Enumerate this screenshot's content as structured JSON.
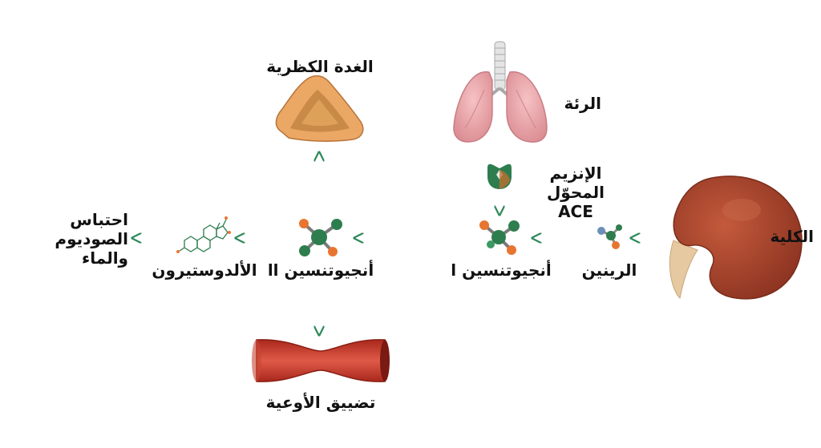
{
  "colors": {
    "arrow_horizontal": "#2f8a5a",
    "arrow_vertical_tint": "#d9915a",
    "text": "#111111",
    "molecule_green": "#2e7d4f",
    "molecule_orange": "#e8752f",
    "kidney": "#a8432b",
    "lung": "#e8a0a5",
    "adrenal": "#e9a86a",
    "vessel": "#c0392b"
  },
  "nodes": {
    "kidney": {
      "label": "الكلية",
      "icon": "kidney-icon"
    },
    "renin": {
      "label": "الرينين",
      "icon": "renin-molecule-icon"
    },
    "lung": {
      "label": "الرئة",
      "icon": "lung-icon"
    },
    "ace": {
      "label_line1": "الإنزيم المحوّل",
      "label_line2": "ACE",
      "icon": "ace-enzyme-icon"
    },
    "angiotensin1": {
      "label": "أنجيوتنسين ا",
      "icon": "angiotensin1-molecule-icon"
    },
    "angiotensin2": {
      "label": "أنجيوتنسين اا",
      "icon": "angiotensin2-molecule-icon"
    },
    "adrenal": {
      "label": "الغدة الكظرية",
      "icon": "adrenal-gland-icon"
    },
    "aldosterone": {
      "label": "الألدوستيرون",
      "icon": "aldosterone-structure-icon"
    },
    "retention": {
      "line1": "احتباس",
      "line2": "الصوديوم",
      "line3": "والماء"
    },
    "vasoconstriction": {
      "label": "تضييق الأوعية",
      "icon": "vessel-icon"
    }
  }
}
